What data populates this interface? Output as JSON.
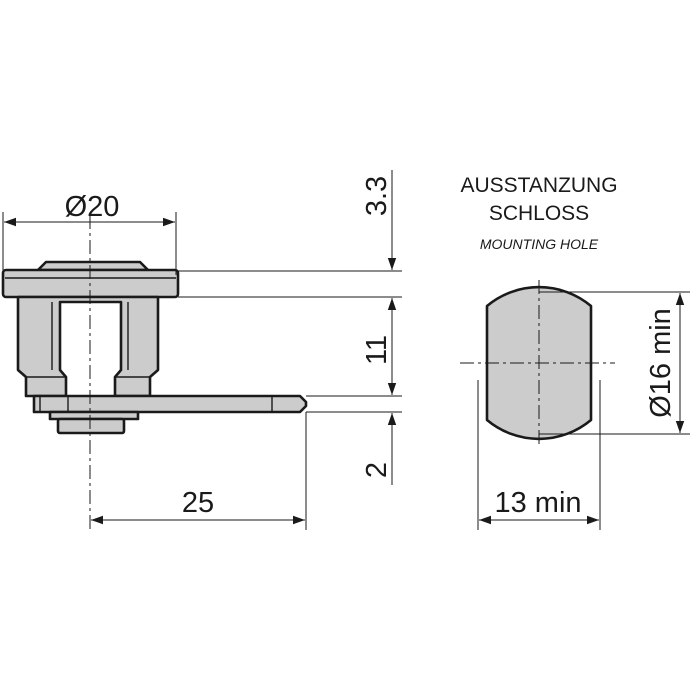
{
  "drawing": {
    "dimensions": {
      "diameter_20": "Ø20",
      "height_3_3": "3.3",
      "height_11": "11",
      "height_2": "2",
      "length_25": "25",
      "hole_width": "13 min",
      "hole_diameter": "Ø16 min"
    },
    "hole_title": {
      "line1": "AUSSTANZUNG",
      "line2": "SCHLOSS",
      "subtitle": "MOUNTING HOLE"
    }
  },
  "colors": {
    "part_fill": "#cccccc",
    "line": "#1a1a1a",
    "background": "#ffffff"
  }
}
